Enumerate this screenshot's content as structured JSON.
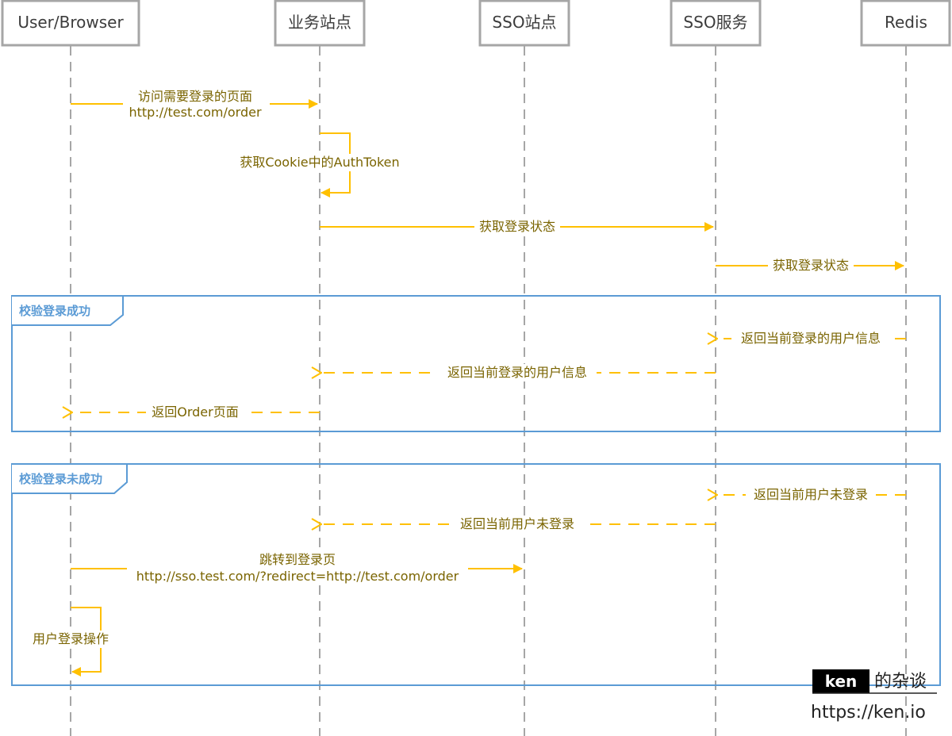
{
  "actors": [
    {
      "id": "user",
      "label": "User/Browser"
    },
    {
      "id": "biz",
      "label": "业务站点"
    },
    {
      "id": "sso_site",
      "label": "SSO站点"
    },
    {
      "id": "sso_svc",
      "label": "SSO服务"
    },
    {
      "id": "redis",
      "label": "Redis"
    }
  ],
  "messages": [
    {
      "id": "m1",
      "from": "user",
      "to": "biz",
      "style": "solid",
      "lines": [
        "访问需要登录的页面",
        "http://test.com/order"
      ]
    },
    {
      "id": "m2",
      "from": "biz",
      "to": "biz",
      "style": "self",
      "lines": [
        "获取Cookie中的AuthToken"
      ]
    },
    {
      "id": "m3",
      "from": "biz",
      "to": "sso_svc",
      "style": "solid",
      "lines": [
        "获取登录状态"
      ]
    },
    {
      "id": "m4",
      "from": "sso_svc",
      "to": "redis",
      "style": "solid",
      "lines": [
        "获取登录状态"
      ]
    },
    {
      "id": "m5",
      "from": "redis",
      "to": "sso_svc",
      "style": "dashed",
      "lines": [
        "返回当前登录的用户信息"
      ]
    },
    {
      "id": "m6",
      "from": "sso_svc",
      "to": "biz",
      "style": "dashed",
      "lines": [
        "返回当前登录的用户信息"
      ]
    },
    {
      "id": "m7",
      "from": "biz",
      "to": "user",
      "style": "dashed",
      "lines": [
        "返回Order页面"
      ]
    },
    {
      "id": "m8",
      "from": "redis",
      "to": "sso_svc",
      "style": "dashed",
      "lines": [
        "返回当前用户未登录"
      ]
    },
    {
      "id": "m9",
      "from": "sso_svc",
      "to": "biz",
      "style": "dashed",
      "lines": [
        "返回当前用户未登录"
      ]
    },
    {
      "id": "m10",
      "from": "user",
      "to": "sso_site",
      "style": "solid",
      "lines": [
        "跳转到登录页",
        "http://sso.test.com/?redirect=http://test.com/order"
      ]
    },
    {
      "id": "m11",
      "from": "user",
      "to": "user",
      "style": "self",
      "lines": [
        "用户登录操作"
      ]
    }
  ],
  "frames": [
    {
      "id": "f1",
      "label": "校验登录成功"
    },
    {
      "id": "f2",
      "label": "校验登录未成功"
    }
  ],
  "watermark": {
    "brand": "ken",
    "suffix": "的杂谈",
    "url": "https://ken.io"
  },
  "colors": {
    "arrow": "#ffc000",
    "text": "#7a6400",
    "frame": "#5b9bd5",
    "lifeline": "#a6a6a6",
    "actor_border": "#a6a6a6"
  }
}
